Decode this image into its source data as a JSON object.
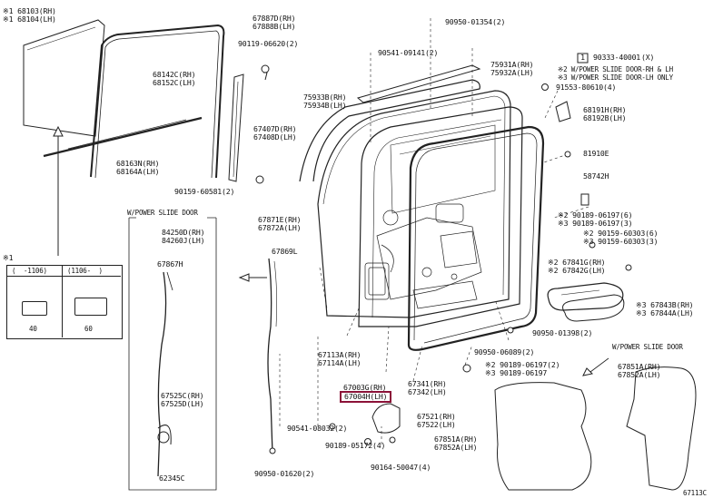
{
  "legend": {
    "ref_code": "90333-40001",
    "ref_qty": "(X)",
    "ref_num": "1",
    "note2": "※2 W/POWER SLIDE DOOR-RH & LH",
    "note3": "※3 W/POWER SLIDE DOOR-LH ONLY"
  },
  "inset": {
    "mark": "※1",
    "col1": "(  -1106)",
    "col2": "(1106-  )",
    "dim1": "40",
    "dim2": "60"
  },
  "sections": {
    "power_slide_left": "W/POWER SLIDE DOOR",
    "power_slide_right": "W/POWER SLIDE DOOR"
  },
  "page_ref": "67113C",
  "labels": [
    {
      "id": "p68103",
      "lines": [
        "※1 68103(RH)",
        "※1 68104(LH)"
      ]
    },
    {
      "id": "p67887",
      "lines": [
        "67887D(RH)",
        "67888B(LH)"
      ]
    },
    {
      "id": "p90950a",
      "lines": [
        "90950-01354(2)"
      ]
    },
    {
      "id": "p90119",
      "lines": [
        "90119-06620(2)"
      ]
    },
    {
      "id": "p90541a",
      "lines": [
        "90541-09141(2)"
      ]
    },
    {
      "id": "p68142",
      "lines": [
        "68142C(RH)",
        "68152C(LH)"
      ]
    },
    {
      "id": "p75931",
      "lines": [
        "75931A(RH)",
        "75932A(LH)"
      ]
    },
    {
      "id": "p90553",
      "lines": [
        "91553-80610(4)"
      ]
    },
    {
      "id": "p75933",
      "lines": [
        "75933B(RH)",
        "75934B(LH)"
      ]
    },
    {
      "id": "p68191",
      "lines": [
        "68191H(RH)",
        "68192B(LH)"
      ]
    },
    {
      "id": "p67407",
      "lines": [
        "67407D(RH)",
        "67408D(LH)"
      ]
    },
    {
      "id": "p81910",
      "lines": [
        "81910E"
      ]
    },
    {
      "id": "p68163",
      "lines": [
        "68163N(RH)",
        "68164A(LH)"
      ]
    },
    {
      "id": "p58742",
      "lines": [
        "58742H"
      ]
    },
    {
      "id": "p90159a",
      "lines": [
        "90159-60581(2)"
      ]
    },
    {
      "id": "p90189a",
      "lines": [
        "※2 90189-06197(6)",
        "※3 90189-06197(3)"
      ]
    },
    {
      "id": "p90159b",
      "lines": [
        "※2 90159-60303(6)",
        "※3 90159-60303(3)"
      ]
    },
    {
      "id": "p84250",
      "lines": [
        "84250D(RH)",
        "84260J(LH)"
      ]
    },
    {
      "id": "p67871",
      "lines": [
        "67871E(RH)",
        "67872A(LH)"
      ]
    },
    {
      "id": "p67869",
      "lines": [
        "67869L"
      ]
    },
    {
      "id": "p67867",
      "lines": [
        "67867H"
      ]
    },
    {
      "id": "p67841",
      "lines": [
        "※2 67841G(RH)",
        "※2 67842G(LH)"
      ]
    },
    {
      "id": "p67843",
      "lines": [
        "※3 67843B(RH)",
        "※3 67844A(LH)"
      ]
    },
    {
      "id": "p90950b",
      "lines": [
        "90950-01398(2)"
      ]
    },
    {
      "id": "p67113",
      "lines": [
        "67113A(RH)",
        "67114A(LH)"
      ]
    },
    {
      "id": "p90950c",
      "lines": [
        "90950-06089(2)"
      ]
    },
    {
      "id": "p90189b",
      "lines": [
        "※2 90189-06197(2)",
        "※3 90189-06197"
      ]
    },
    {
      "id": "p67003",
      "lines": [
        "67003G(RH)"
      ]
    },
    {
      "id": "p67004",
      "lines": [
        "67004H(LH)"
      ]
    },
    {
      "id": "p67341",
      "lines": [
        "67341(RH)",
        "67342(LH)"
      ]
    },
    {
      "id": "p67525",
      "lines": [
        "67525C(RH)",
        "67525D(LH)"
      ]
    },
    {
      "id": "p90541b",
      "lines": [
        "90541-08032(2)"
      ]
    },
    {
      "id": "p67521",
      "lines": [
        "67521(RH)",
        "67522(LH)"
      ]
    },
    {
      "id": "p90189c",
      "lines": [
        "90189-05172(4)"
      ]
    },
    {
      "id": "p67851a",
      "lines": [
        "67851A(RH)",
        "67852A(LH)"
      ]
    },
    {
      "id": "p67851b",
      "lines": [
        "67851A(RH)",
        "67852A(LH)"
      ]
    },
    {
      "id": "p62345",
      "lines": [
        "62345C"
      ]
    },
    {
      "id": "p90950d",
      "lines": [
        "90950-01620(2)"
      ]
    },
    {
      "id": "p90164",
      "lines": [
        "90164-50047(4)"
      ]
    }
  ]
}
